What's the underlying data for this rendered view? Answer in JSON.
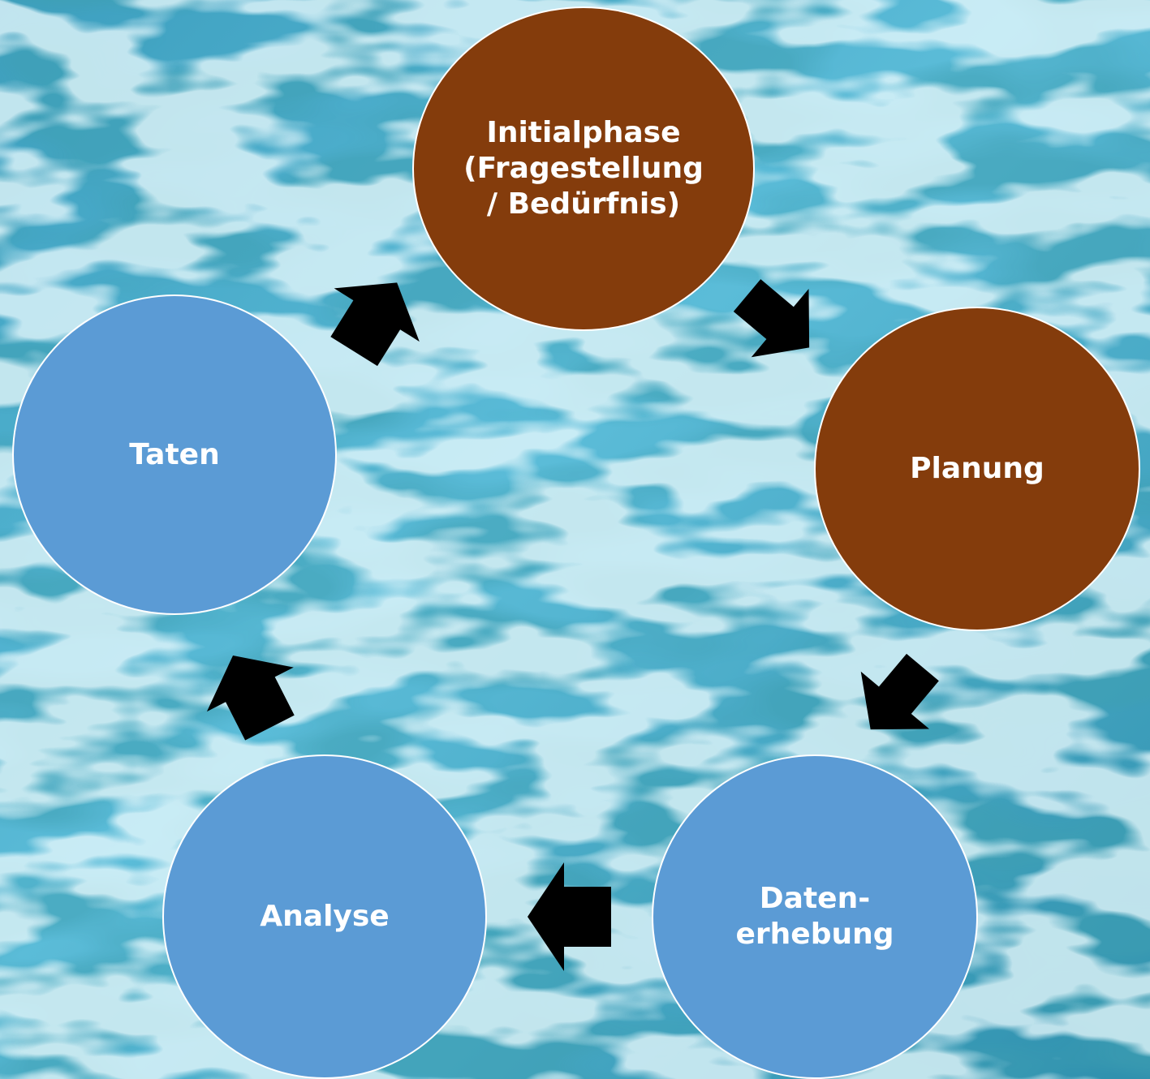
{
  "colors": {
    "water_deep": "#2a8aa6",
    "water_mid": "#4fb1cf",
    "water_light": "#b8ecf7",
    "phase_brown": "#843c0c",
    "phase_blue": "#5b9bd5",
    "node_text": "#ffffff",
    "arrow": "#000000"
  },
  "nodes": {
    "initialphase": {
      "label": "Initialphase\n(Fragestellung\n/ Bedürfnis)",
      "color": "#843c0c"
    },
    "planung": {
      "label": "Planung",
      "color": "#843c0c"
    },
    "datenerhebung": {
      "label": "Daten-\nerhebung",
      "color": "#5b9bd5"
    },
    "analyse": {
      "label": "Analyse",
      "color": "#5b9bd5"
    },
    "taten": {
      "label": "Taten",
      "color": "#5b9bd5"
    }
  },
  "flow": [
    {
      "from": "initialphase",
      "to": "planung"
    },
    {
      "from": "planung",
      "to": "datenerhebung"
    },
    {
      "from": "datenerhebung",
      "to": "analyse"
    },
    {
      "from": "analyse",
      "to": "taten"
    },
    {
      "from": "taten",
      "to": "initialphase"
    }
  ]
}
